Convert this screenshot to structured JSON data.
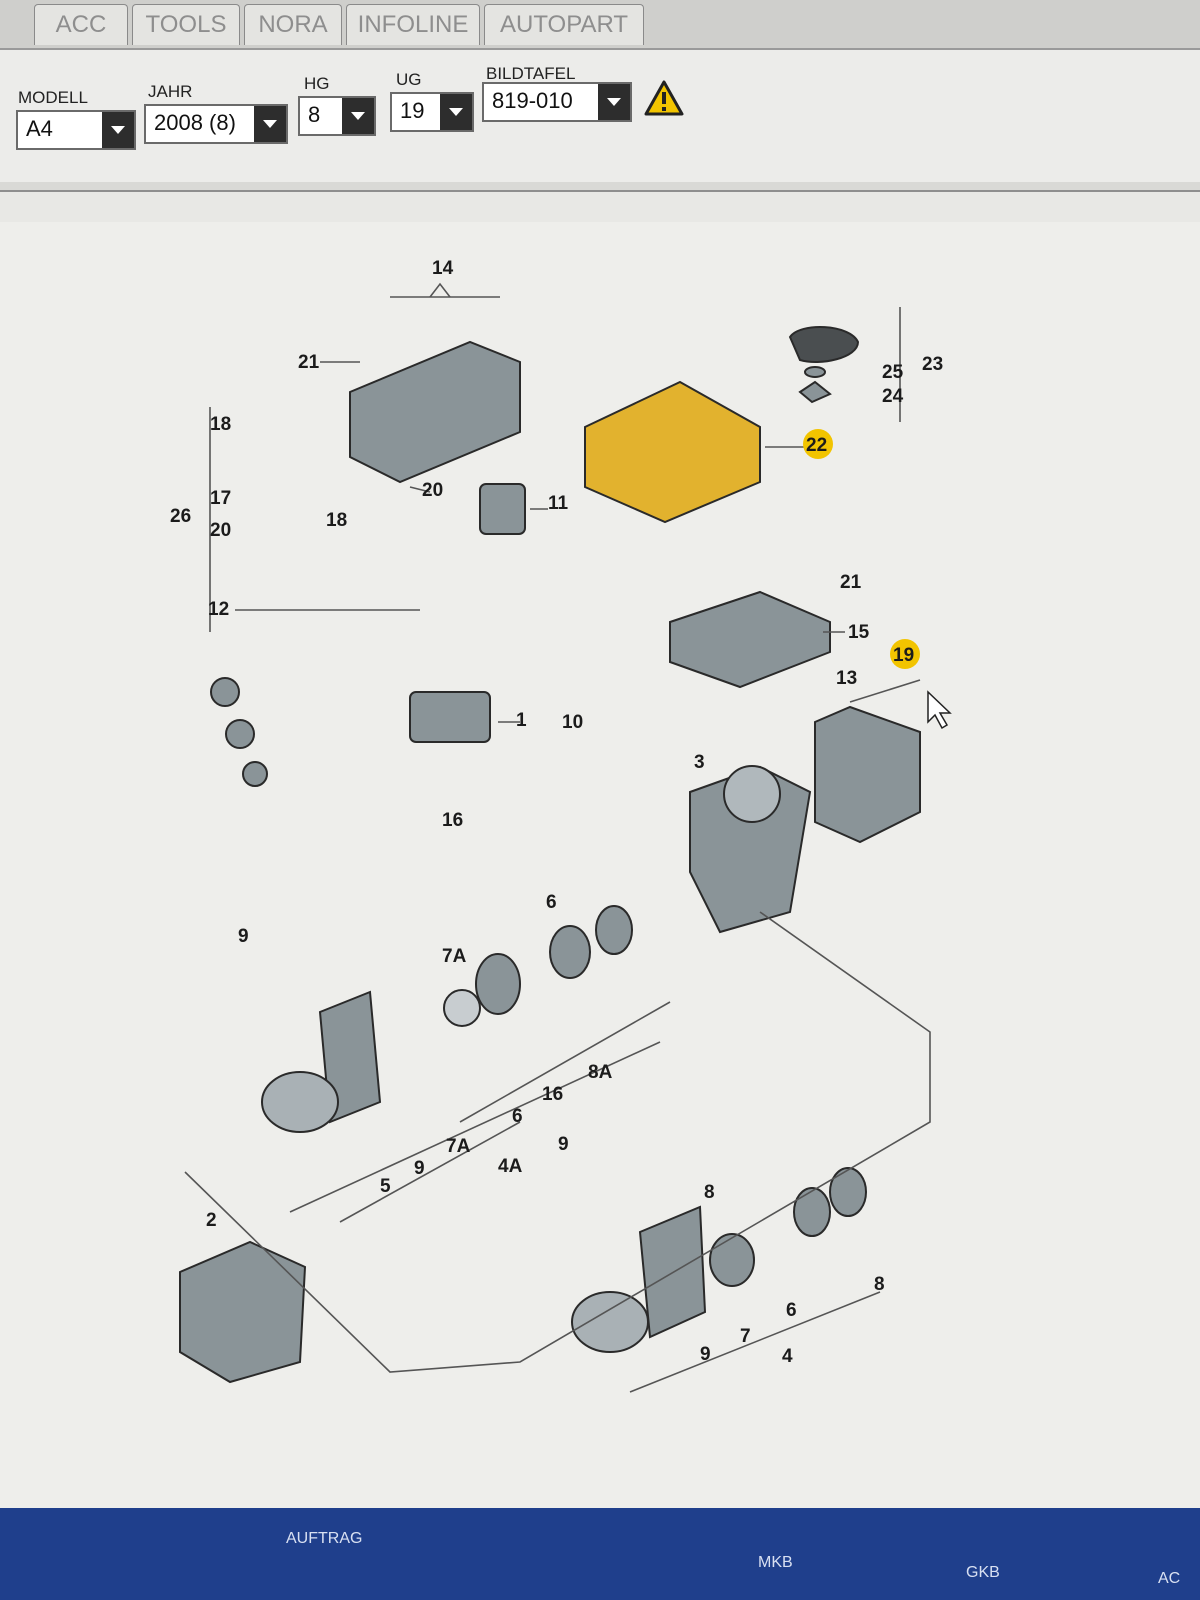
{
  "tabs": [
    "ACC",
    "TOOLS",
    "NORA",
    "INFOLINE",
    "AUTOPART"
  ],
  "filters": [
    {
      "label": "MODELL",
      "value": "A4"
    },
    {
      "label": "JAHR",
      "value": "2008 (8)"
    },
    {
      "label": "HG",
      "value": "8"
    },
    {
      "label": "UG",
      "value": "19"
    },
    {
      "label": "BILDTAFEL",
      "value": "819-010"
    }
  ],
  "diagram": {
    "callouts": [
      "14",
      "21",
      "18",
      "17",
      "20",
      "26",
      "12",
      "11",
      "20",
      "18",
      "23",
      "25",
      "24",
      "22",
      "21",
      "15",
      "19",
      "13",
      "1",
      "10",
      "3",
      "16",
      "6",
      "9",
      "7A",
      "8A",
      "16",
      "6",
      "7A",
      "9",
      "5",
      "4A",
      "9",
      "2",
      "8",
      "8",
      "6",
      "7",
      "9",
      "4"
    ],
    "highlighted": [
      "22",
      "19"
    ],
    "highlight_color": "#f2c400"
  },
  "footer": {
    "items": [
      "AUFTRAG",
      "MKB",
      "GKB",
      "AC"
    ]
  }
}
